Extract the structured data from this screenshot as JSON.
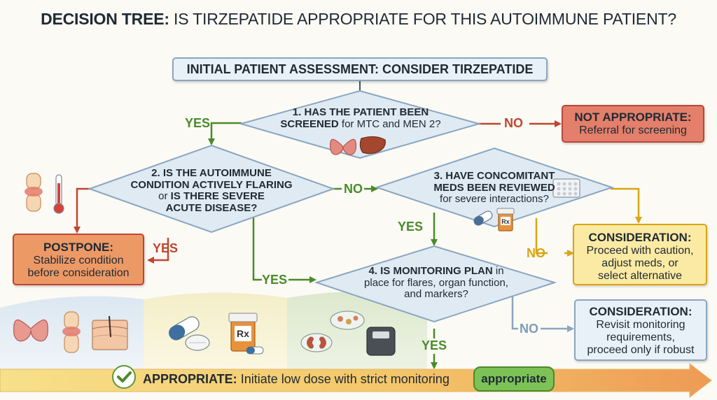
{
  "title": {
    "bold": "DECISION TREE:",
    "rest": "IS TIRZEPATIDE APPROPRIATE FOR THIS AUTOIMMUNE PATIENT?"
  },
  "start": {
    "text": "INITIAL PATIENT ASSESSMENT: CONSIDER TIRZEPATIDE"
  },
  "q1": {
    "line1": "1. HAS THE PATIENT BEEN",
    "line2_bold": "SCREENED",
    "line2_rest": "for MTC and MEN 2?"
  },
  "q2": {
    "line1": "2. IS THE AUTOIMMUNE",
    "line2": "CONDITION ACTIVELY FLARING",
    "line3_or": "or",
    "line3_bold": "IS THERE SEVERE",
    "line4": "ACUTE DISEASE?"
  },
  "q3": {
    "line1": "3. HAVE CONCOMITANT",
    "line2": "MEDS BEEN REVIEWED",
    "line3": "for severe interactions?"
  },
  "q4": {
    "line1_bold": "4. IS MONITORING PLAN",
    "line1_rest": "in",
    "line2": "place for flares, organ function,",
    "line3": "and markers?"
  },
  "outcomes": {
    "not_appropriate": {
      "title": "NOT APPROPRIATE:",
      "body": "Referral for screening"
    },
    "postpone": {
      "title": "POSTPONE:",
      "body1": "Stabilize condition",
      "body2": "before consideration"
    },
    "consideration1": {
      "title": "CONSIDERATION:",
      "body1": "Proceed with caution,",
      "body2": "adjust meds, or",
      "body3": "select alternative"
    },
    "consideration2": {
      "title": "CONSIDERATION:",
      "body1": "Revisit monitoring",
      "body2": "requirements,",
      "body3": "proceed only if robust"
    },
    "appropriate": {
      "title": "APPROPRIATE:",
      "body": "Initiate low dose with strict monitoring",
      "badge": "appropriate"
    }
  },
  "labels": {
    "yes": "YES",
    "no": "NO"
  },
  "icons": [
    "thyroid-icon",
    "liver-icon",
    "joint-icon",
    "thermometer-icon",
    "pill-bottle-icon",
    "blister-pack-icon",
    "capsule-icon",
    "skin-icon",
    "petri-dish-icon",
    "kidney-icon",
    "scale-icon",
    "checkmark-icon"
  ],
  "colors": {
    "green": "#4a8a2a",
    "red": "#c0452f",
    "yellow": "#d9a514",
    "blue_border": "#8aa6bf",
    "diamond_fill": "#dfeaf3",
    "box_fill": "#e9f1f8",
    "red_fill": "#e37f6a",
    "yellow_fill": "#fbeaa3",
    "orange_fill": "#ed9966"
  }
}
